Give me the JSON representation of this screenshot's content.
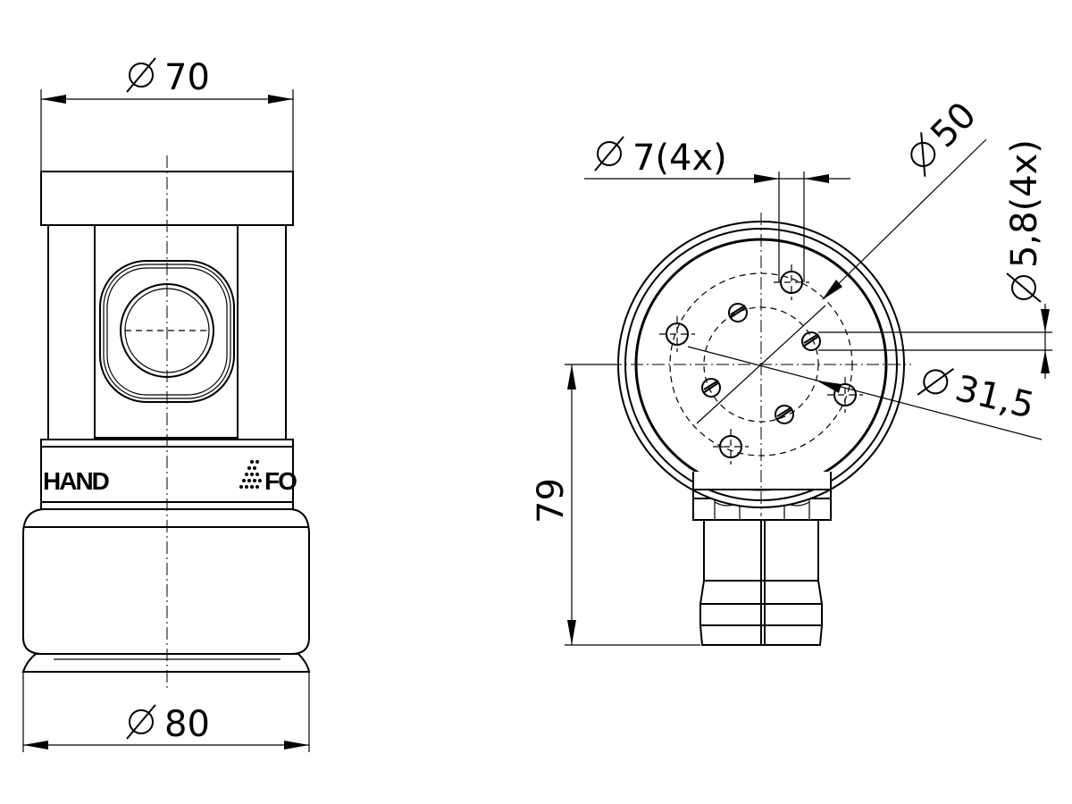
{
  "figure": {
    "brand": {
      "left_text": "HAND",
      "right_text": "FO"
    },
    "dimensions": {
      "top_width": "70",
      "bottom_width": "80",
      "hole_7": "7(4x)",
      "bolt_circle": "50",
      "hole_5_8": "5,8(4x)",
      "inner_circle": "31,5",
      "height": "79"
    },
    "symbol": "diameter-symbol"
  }
}
